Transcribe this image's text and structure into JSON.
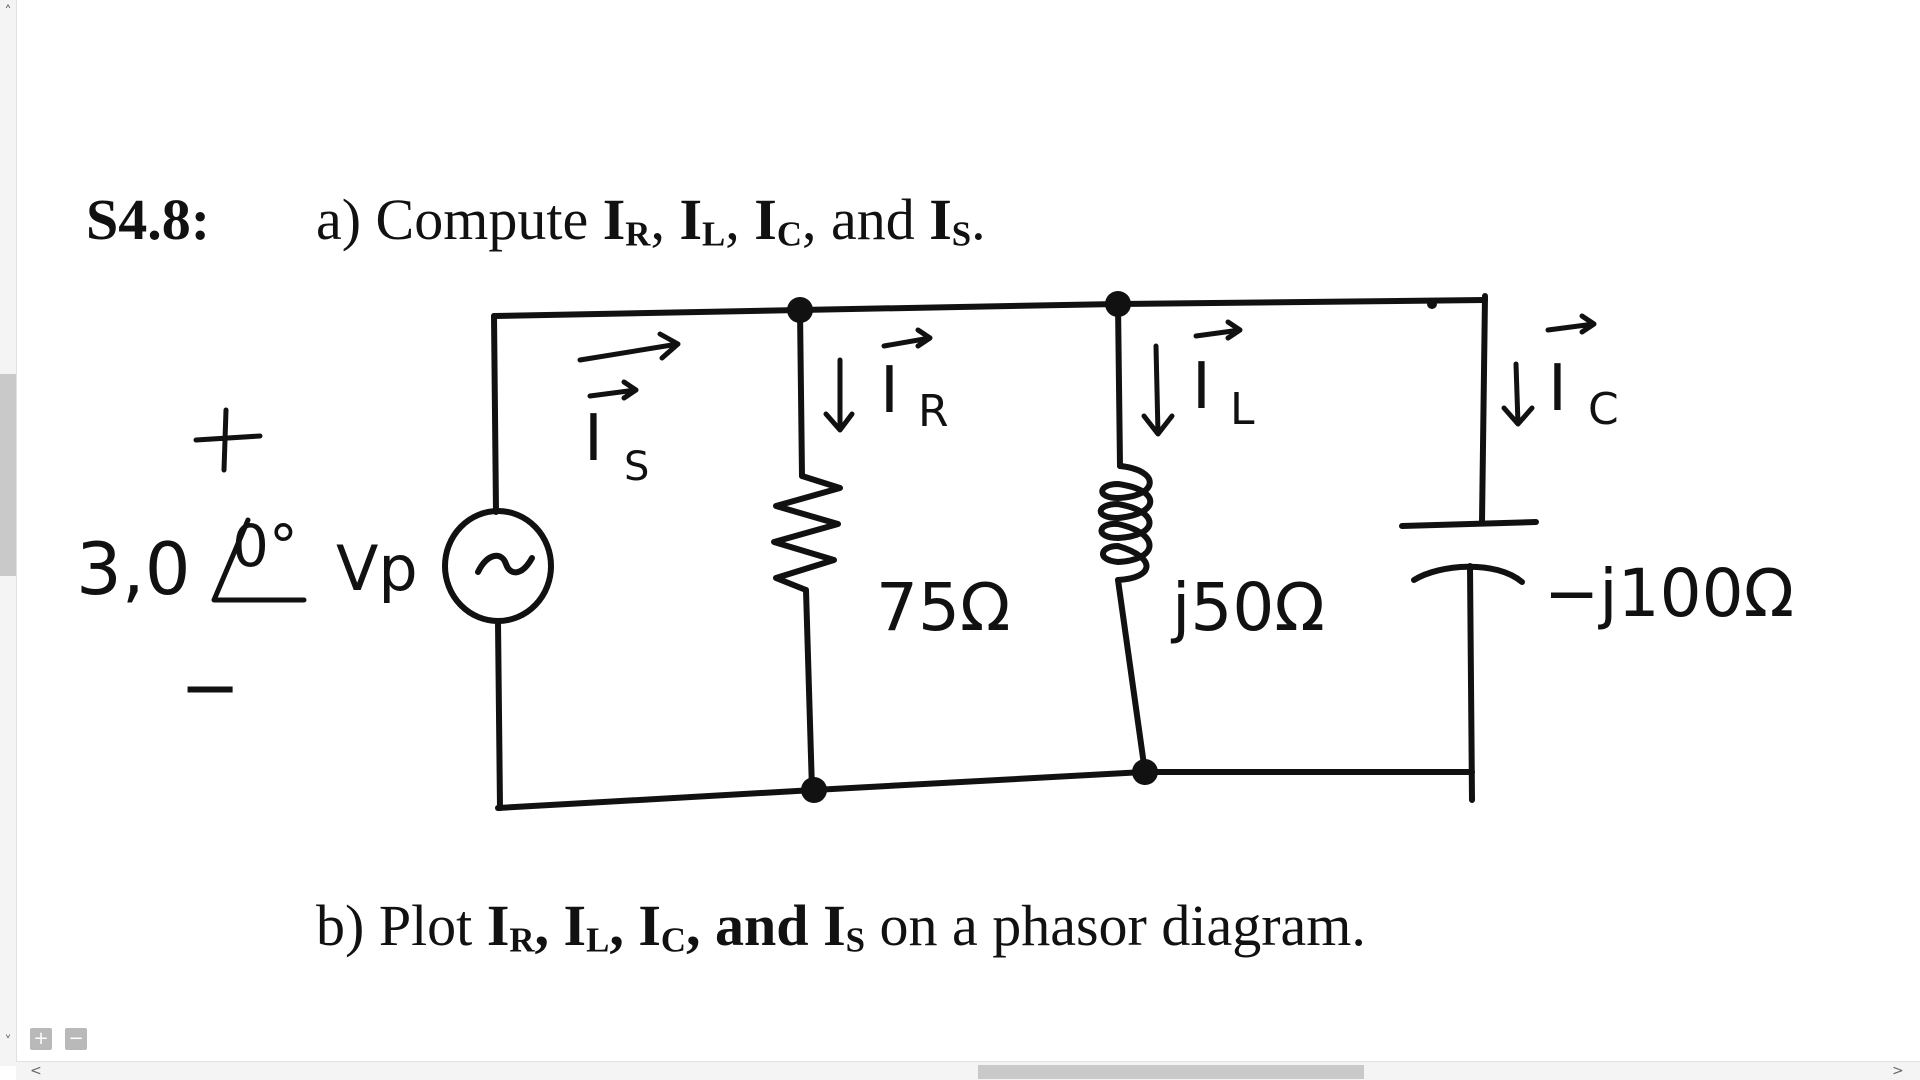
{
  "problem": {
    "id": "S4.8:",
    "part_a": {
      "lead": "a) Compute ",
      "t1": "I",
      "s1": "R",
      "c1": ", ",
      "t2": "I",
      "s2": "L",
      "c2": ", ",
      "t3": "I",
      "s3": "C",
      "c3": ", and ",
      "t4": "I",
      "s4": "S",
      "end": "."
    },
    "part_b": {
      "lead": "b) Plot ",
      "t1": "I",
      "s1": "R",
      "c1": ", ",
      "t2": "I",
      "s2": "L",
      "c2": ", ",
      "t3": "I",
      "s3": "C",
      "c3": ", and ",
      "t4": "I",
      "s4": "S",
      "end": " on a phasor diagram."
    }
  },
  "circuit": {
    "source": {
      "plus": "+",
      "minus": "−",
      "label": "3,0∠0° Vp",
      "magnitude": "3,0",
      "angle": "0°",
      "unit": "Vp"
    },
    "resistor": {
      "value": "75Ω",
      "current": "IR"
    },
    "inductor": {
      "value": "j50Ω",
      "current": "IL"
    },
    "capacitor": {
      "value": "−j100Ω",
      "current": "IC"
    },
    "source_current": "IS"
  },
  "ui": {
    "scroll_up": "˄",
    "scroll_down": "˅",
    "scroll_left": "<",
    "scroll_right": ">",
    "zoom_in": "+",
    "zoom_out": "−"
  }
}
